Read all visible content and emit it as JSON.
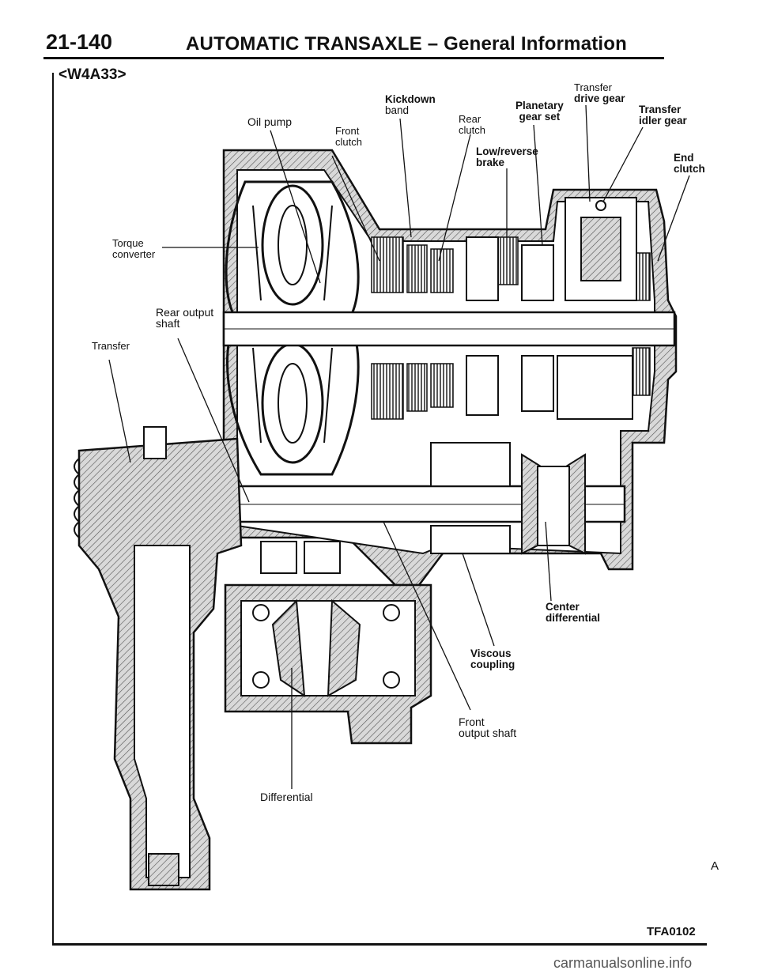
{
  "header": {
    "page_number": "21-140",
    "section_title": "AUTOMATIC TRANSAXLE – General Information",
    "model_code": "<W4A33>"
  },
  "labels": {
    "oil_pump": "Oil pump",
    "front_clutch": [
      "Front",
      "clutch"
    ],
    "kickdown_band": [
      "Kickdown",
      "band"
    ],
    "rear_clutch": [
      "Rear",
      "clutch"
    ],
    "planetary_gear_set": [
      "Planetary",
      "gear set"
    ],
    "transfer_drive_gear": [
      "Transfer",
      "drive gear"
    ],
    "transfer_idler_gear": [
      "Transfer",
      "idler gear"
    ],
    "low_reverse_brake": [
      "Low/reverse",
      "brake"
    ],
    "end_clutch": [
      "End",
      "clutch"
    ],
    "torque_converter": [
      "Torque",
      "converter"
    ],
    "rear_output_shaft": [
      "Rear output",
      "shaft"
    ],
    "transfer": "Transfer",
    "center_differential": [
      "Center",
      "differential"
    ],
    "viscous_coupling": [
      "Viscous",
      "coupling"
    ],
    "front_output_shaft": [
      "Front",
      "output shaft"
    ],
    "differential": "Differential"
  },
  "footer": {
    "figure_letter": "A",
    "doc_code": "TFA0102",
    "watermark": "carmanualsonline.info"
  }
}
